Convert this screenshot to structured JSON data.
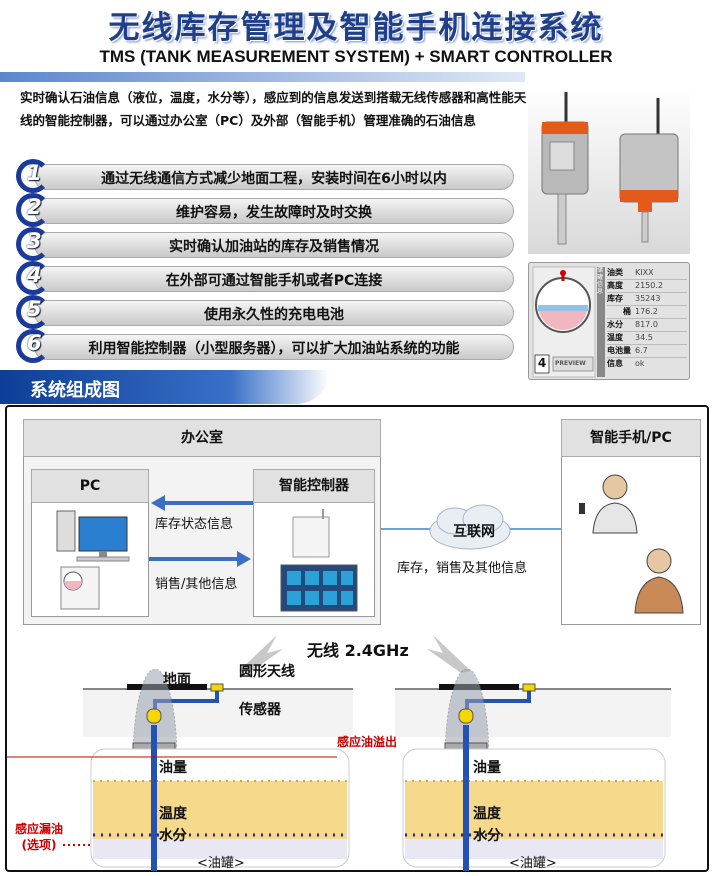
{
  "header": {
    "title": "无线库存管理及智能手机连接系统",
    "subtitle": "TMS (TANK MEASUREMENT SYSTEM) + SMART CONTROLLER"
  },
  "intro": "实时确认石油信息（液位，温度，水分等），感应到的信息发送到搭载无线传感器和高性能天线的智能控制器，可以通过办公室（PC）及外部（智能手机）管理准确的石油信息",
  "features": [
    {
      "num": "1",
      "text": "通过无线通信方式减少地面工程，安装时间在6小时以内"
    },
    {
      "num": "2",
      "text": "维护容易，发生故障时及时交换"
    },
    {
      "num": "3",
      "text": "实时确认加油站的库存及销售情况"
    },
    {
      "num": "4",
      "text": "在外部可通过智能手机或者PC连接"
    },
    {
      "num": "5",
      "text": "使用永久性的充电电池"
    },
    {
      "num": "6",
      "text": "利用智能控制器（小型服务器），可以扩大加油站系统的功能"
    }
  ],
  "panel": {
    "tab_label": "储罐信息",
    "rows": [
      {
        "k": "油类",
        "v": "KIXX"
      },
      {
        "k": "高度",
        "v": "2150.2"
      },
      {
        "k": "库存",
        "v": "35243"
      },
      {
        "k": "桶",
        "v": "176.2"
      },
      {
        "k": "水分",
        "v": "817.0"
      },
      {
        "k": "温度",
        "v": "34.5"
      },
      {
        "k": "电池量",
        "v": "6.7"
      },
      {
        "k": "信息",
        "v": "ok"
      }
    ],
    "tank_number": "4",
    "preview_label": "PREVIEW"
  },
  "section_title": "系统组成图",
  "diagram": {
    "office": "办公室",
    "pc": "PC",
    "controller": "智能控制器",
    "smartphone_pc": "智能手机/PC",
    "inventory_status": "库存状态信息",
    "sales_info": "销售/其他信息",
    "internet": "互联网",
    "internet_info": "库存，销售及其他信息",
    "wireless": "无线 2.4GHz",
    "ground": "地面",
    "antenna": "圆形天线",
    "sensor": "传感器",
    "overflow": "感应油溢出",
    "oil_level": "油量",
    "temperature": "温度",
    "water": "水分",
    "leak": "感应漏油\n(选项)",
    "tank_label": "<油罐>"
  },
  "colors": {
    "title": "#1f3f8a",
    "accent": "#1a3a9c",
    "arrow": "#3a6fc4",
    "oil": "#f6d98a",
    "alert": "#cc0000"
  }
}
